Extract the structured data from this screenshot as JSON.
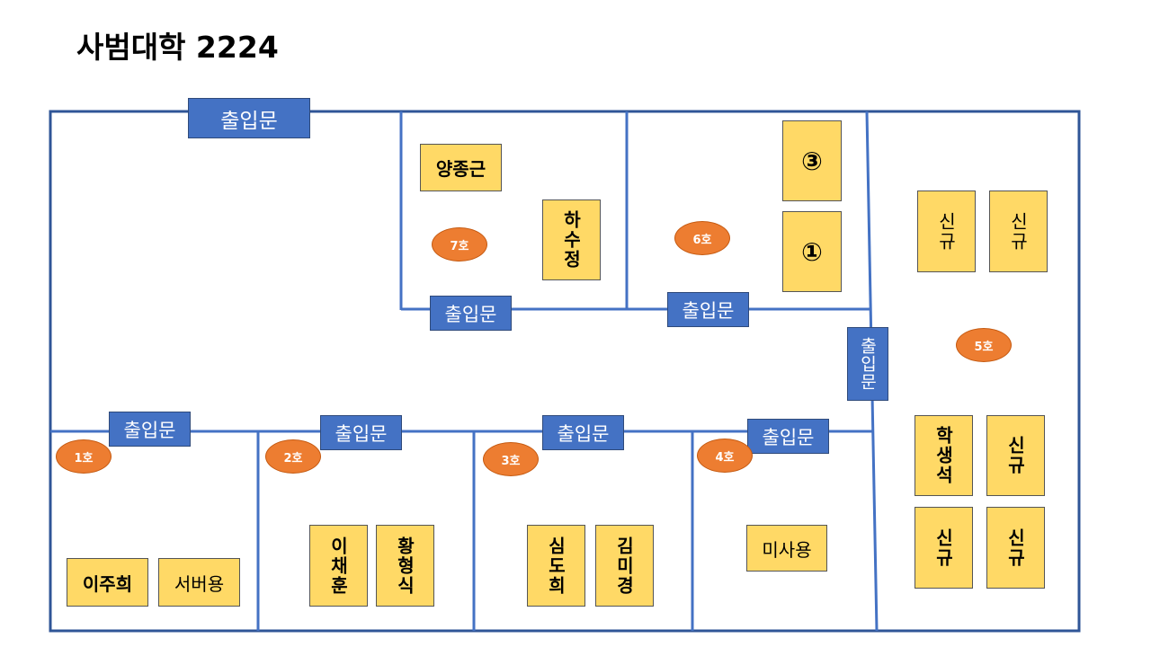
{
  "title": "사범대학 2224",
  "door_label": "출입문",
  "rooms": [
    "1호",
    "2호",
    "3호",
    "4호",
    "5호",
    "6호",
    "7호"
  ],
  "desks": {
    "r7": [
      "양종근",
      "하수정"
    ],
    "r6": [
      "③",
      "①"
    ],
    "r5": [
      "신규",
      "신규",
      "학생석",
      "신규",
      "신규",
      "신규"
    ],
    "r1": [
      "이주희",
      "서버용"
    ],
    "r2": [
      "이채훈",
      "황형식"
    ],
    "r3": [
      "심도희",
      "김미경"
    ],
    "r4": [
      "미사용"
    ]
  },
  "colors": {
    "wall": "#4472C4",
    "outer": "#2F5597",
    "door": "#4472C4",
    "desk": "#FFD966",
    "room": "#ED7D31"
  }
}
